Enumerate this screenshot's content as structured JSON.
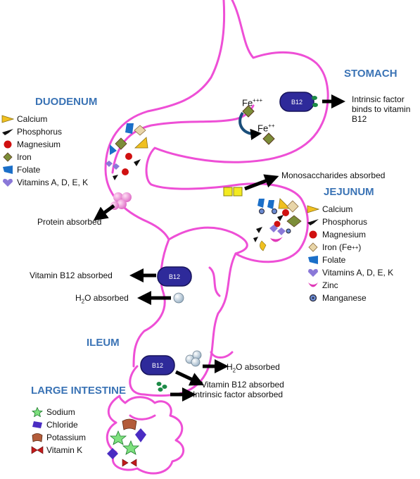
{
  "sections": {
    "stomach": "STOMACH",
    "duodenum": "DUODENUM",
    "jejunum": "JEJUNUM",
    "ileum": "ILEUM",
    "large_intestine": "LARGE INTESTINE"
  },
  "stomach": {
    "fe3": "Fe",
    "fe3_sup": "+++",
    "fe2": "Fe",
    "fe2_sup": "++",
    "b12": "B12",
    "intrinsic_line1": "Intrinsic factor",
    "intrinsic_line2": "binds to vitamin",
    "intrinsic_line3": "B12"
  },
  "duodenum": {
    "items": [
      "Calcium",
      "Phosphorus",
      "Magnesium",
      "Iron",
      "Folate",
      "Vitamins A, D, E, K"
    ],
    "protein": "Protein absorbed"
  },
  "jejunum": {
    "monosaccharides": "Monosaccharides absorbed",
    "items": [
      "Calcium",
      "Phosphorus",
      "Magnesium",
      "Iron (Fe",
      "Folate",
      "Vitamins A, D, E, K",
      "Zinc",
      "Manganese"
    ],
    "iron_sup": "++",
    "iron_close": ")",
    "b12": "B12",
    "b12_absorbed": "Vitamin B12 absorbed",
    "h2o_h": "H",
    "h2o_sub": "2",
    "h2o_rest": "O absorbed"
  },
  "ileum": {
    "b12": "B12",
    "h2o_h": "H",
    "h2o_sub": "2",
    "h2o_rest": "O absorbed",
    "b12_absorbed": "Vitamin B12 absorbed",
    "intrinsic_absorbed": "Intrinsic factor absorbed"
  },
  "large_intestine": {
    "items": [
      "Sodium",
      "Chloride",
      "Potassium",
      "Vitamin K"
    ]
  },
  "colors": {
    "gut_outline": "#ee4fd6",
    "heading": "#3a73b5",
    "b12_pill": "#2e2a9a",
    "arrow": "#000000"
  }
}
